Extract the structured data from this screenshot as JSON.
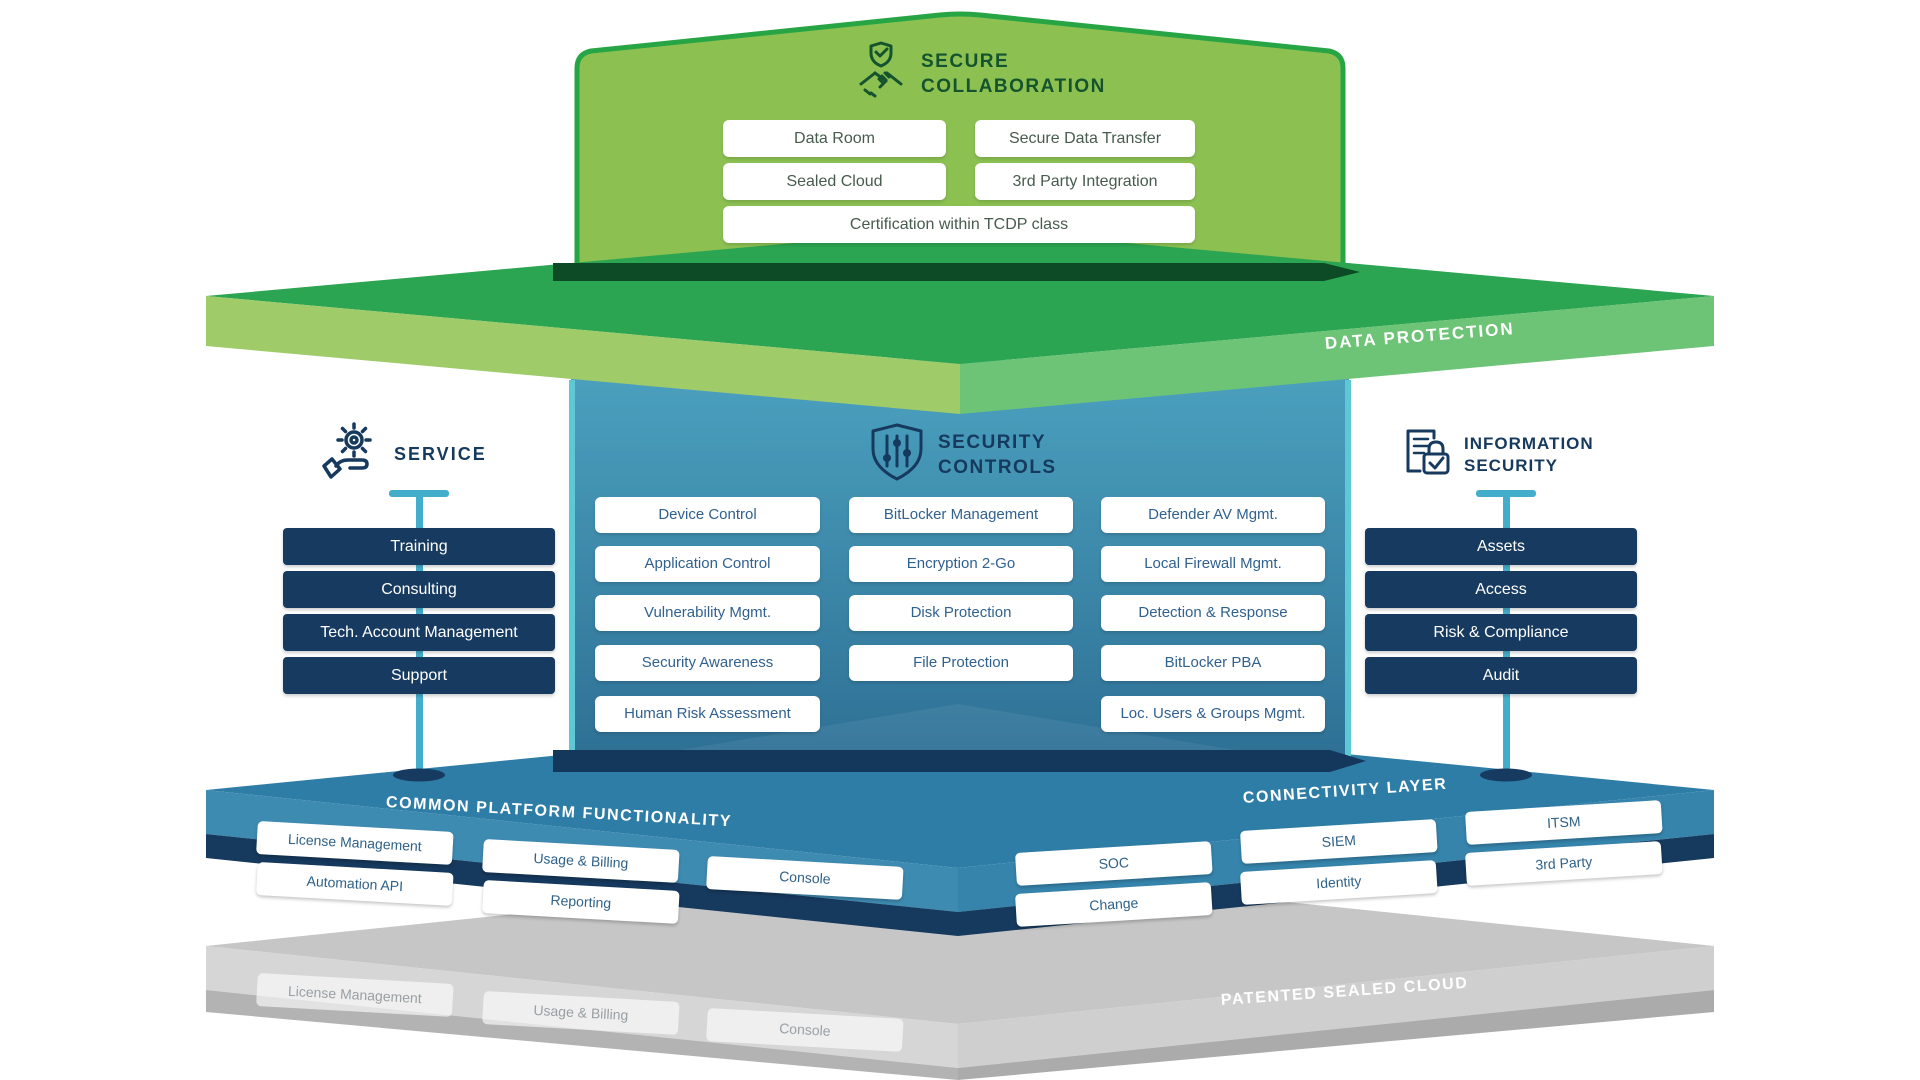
{
  "colors": {
    "green_box_fill": "#8CC152",
    "green_box_border": "#27A544",
    "green_platform_top": "#2BA551",
    "green_platform_left": "#9FCB69",
    "green_platform_right": "#6EC476",
    "green_shadow": "#0C4B25",
    "blue_box_top": "#4CA2C0",
    "blue_box_bottom": "#2E7095",
    "teal_edge": "#5FC8D5",
    "navy": "#16395E",
    "navy_pill": "#173B60",
    "blue_platform_top": "#2E7DA7",
    "blue_platform_face": "#3E8BB2",
    "connector_teal": "#43AECB",
    "gray_platform_top": "#C6C6C6",
    "gray_platform_face": "#D5D5D5",
    "pill_text_blue": "#31618F"
  },
  "secure_collaboration": {
    "title_line1": "SECURE",
    "title_line2": "COLLABORATION",
    "pills": [
      "Data Room",
      "Secure Data Transfer",
      "Sealed Cloud",
      "3rd Party Integration"
    ],
    "wide_pill": "Certification within TCDP class"
  },
  "data_protection_label": "DATA PROTECTION",
  "service": {
    "title": "SERVICE",
    "pills": [
      "Training",
      "Consulting",
      "Tech. Account Management",
      "Support"
    ]
  },
  "security_controls": {
    "title_line1": "SECURITY",
    "title_line2": "CONTROLS",
    "col1": [
      "Device Control",
      "Application Control",
      "Vulnerability Mgmt.",
      "Security Awareness",
      "Human Risk Assessment"
    ],
    "col2": [
      "BitLocker Management",
      "Encryption 2-Go",
      "Disk Protection",
      "File Protection"
    ],
    "col3": [
      "Defender AV Mgmt.",
      "Local Firewall Mgmt.",
      "Detection & Response",
      "BitLocker PBA",
      "Loc. Users & Groups Mgmt."
    ]
  },
  "information_security": {
    "title_line1": "INFORMATION",
    "title_line2": "SECURITY",
    "pills": [
      "Assets",
      "Access",
      "Risk & Compliance",
      "Audit"
    ]
  },
  "common_platform": {
    "label": "COMMON PLATFORM FUNCTIONALITY",
    "pills": [
      "License Management",
      "Automation API",
      "Usage & Billing",
      "Reporting",
      "Console"
    ]
  },
  "connectivity": {
    "label": "CONNECTIVITY LAYER",
    "pills": [
      "SOC",
      "Change",
      "SIEM",
      "Identity",
      "ITSM",
      "3rd Party"
    ]
  },
  "sealed_cloud": {
    "label": "PATENTED SEALED CLOUD",
    "ghost_pills": [
      "License Management",
      "Usage & Billing",
      "Console"
    ]
  }
}
